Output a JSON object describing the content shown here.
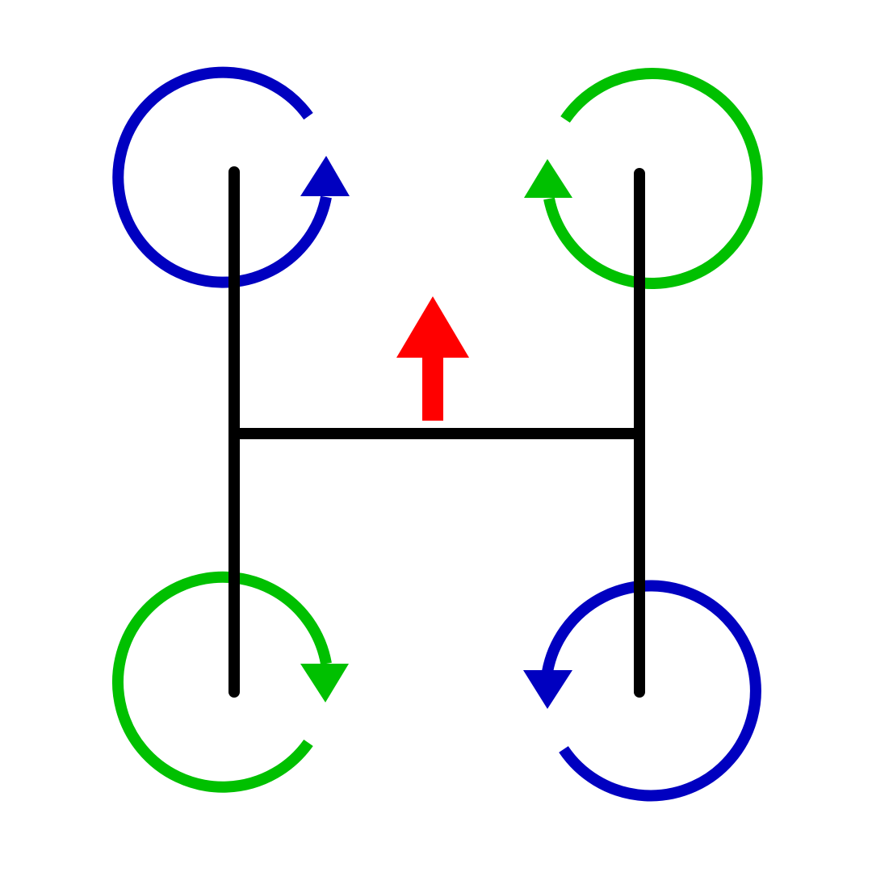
{
  "diagram": {
    "type": "H-frame quadcopter rotor rotation diagram",
    "colors": {
      "background": "#ffffff",
      "frame": "#000000",
      "rotor_cw": "#0000c0",
      "rotor_ccw": "#00c000",
      "heading_arrow": "#ff0000"
    },
    "frame": {
      "shape": "H",
      "parts": [
        "left-rail",
        "right-rail",
        "crossbar"
      ]
    },
    "heading_arrow": {
      "direction": "forward-up",
      "color_key": "heading_arrow"
    },
    "rotors": [
      {
        "id": "front-left",
        "color_key": "rotor_cw",
        "icon": "circular-arrow-icon",
        "arrowhead": "up"
      },
      {
        "id": "front-right",
        "color_key": "rotor_ccw",
        "icon": "circular-arrow-icon",
        "arrowhead": "up"
      },
      {
        "id": "rear-left",
        "color_key": "rotor_ccw",
        "icon": "circular-arrow-icon",
        "arrowhead": "down"
      },
      {
        "id": "rear-right",
        "color_key": "rotor_cw",
        "icon": "circular-arrow-icon",
        "arrowhead": "down"
      }
    ]
  }
}
